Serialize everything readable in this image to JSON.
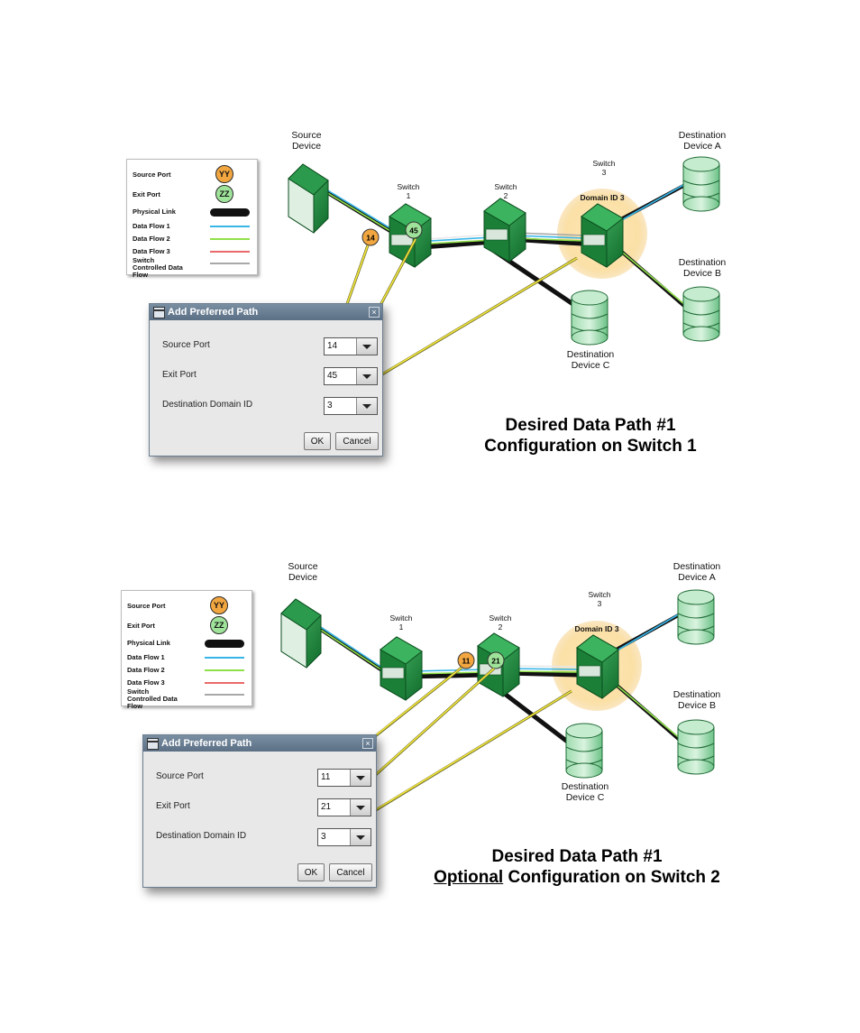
{
  "panels": {
    "top": {
      "labels": {
        "source_device": [
          "Source",
          "Device"
        ],
        "switch1": [
          "Switch",
          "1"
        ],
        "switch2": [
          "Switch",
          "2"
        ],
        "switch3": [
          "Switch",
          "3"
        ],
        "domain_id": "Domain ID 3",
        "dest_a": [
          "Destination",
          "Device A"
        ],
        "dest_b": [
          "Destination",
          "Device B"
        ],
        "dest_c": [
          "Destination",
          "Device C"
        ]
      },
      "badges": {
        "source_port": "14",
        "exit_port": "45"
      },
      "dialog": {
        "title": "Add Preferred Path",
        "close": "×",
        "source_port_label": "Source Port",
        "source_port_value": "14",
        "exit_port_label": "Exit Port",
        "exit_port_value": "45",
        "domain_label": "Destination Domain ID",
        "domain_value": "3",
        "ok": "OK",
        "cancel": "Cancel"
      },
      "caption": {
        "line1": "Desired Data Path #1",
        "line2": "Configuration on Switch 1",
        "line2_prefix": ""
      }
    },
    "bottom": {
      "labels": {
        "source_device": [
          "Source",
          "Device"
        ],
        "switch1": [
          "Switch",
          "1"
        ],
        "switch2": [
          "Switch",
          "2"
        ],
        "switch3": [
          "Switch",
          "3"
        ],
        "domain_id": "Domain ID 3",
        "dest_a": [
          "Destination",
          "Device A"
        ],
        "dest_b": [
          "Destination",
          "Device B"
        ],
        "dest_c": [
          "Destination",
          "Device C"
        ]
      },
      "badges": {
        "source_port": "11",
        "exit_port": "21"
      },
      "dialog": {
        "title": "Add Preferred Path",
        "close": "×",
        "source_port_label": "Source Port",
        "source_port_value": "11",
        "exit_port_label": "Exit Port",
        "exit_port_value": "21",
        "domain_label": "Destination Domain ID",
        "domain_value": "3",
        "ok": "OK",
        "cancel": "Cancel"
      },
      "caption": {
        "line1": "Desired Data Path #1",
        "line2_prefix": "Optional",
        "line2": " Configuration on Switch 2"
      }
    }
  },
  "legend": {
    "source_port": "Source Port",
    "source_badge": "YY",
    "exit_port": "Exit Port",
    "exit_badge": "ZZ",
    "physical_link": "Physical Link",
    "flow1": "Data Flow 1",
    "flow2": "Data Flow 2",
    "flow3": "Data Flow 3",
    "switch_flow": "Switch Controlled Data Flow"
  },
  "colors": {
    "physical_link": "#111111",
    "flow1": "#38b6e8",
    "flow2": "#8fe04a",
    "flow3": "#e86a6a",
    "switch_flow": "#a8a8a8",
    "device_green": "#1f8a3c",
    "badge_orange": "#f2a640",
    "badge_green": "#9fe39a",
    "arrow_yellow": "#f5e83a",
    "domain_halo": "#fbe6b0"
  }
}
